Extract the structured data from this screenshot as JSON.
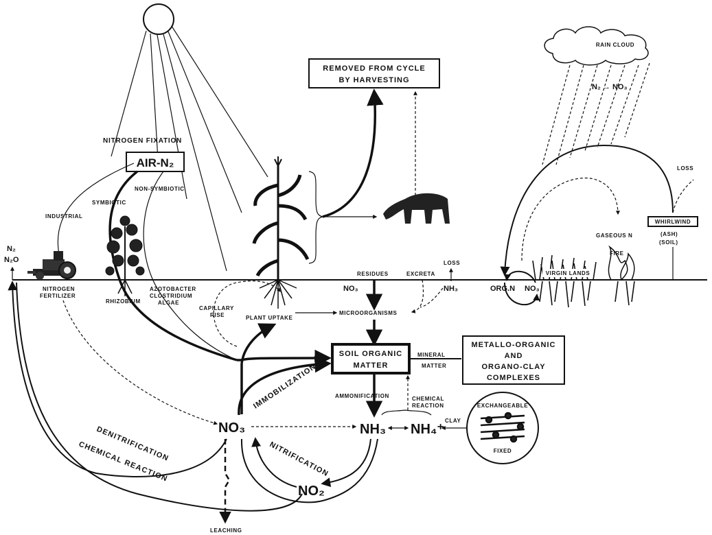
{
  "labels": {
    "nitrogen_fixation": "NITROGEN FIXATION",
    "air_n2": "AIR-N₂",
    "industrial": "INDUSTRIAL",
    "symbiotic": "SYMBIOTIC",
    "non_symbiotic": "NON-SYMBIOTIC",
    "nitrogen_fertilizer_1": "NITROGEN",
    "nitrogen_fertilizer_2": "FERTILIZER",
    "rhizobium": "RHIZOBIUM",
    "azotobacter_1": "AZOTOBACTER",
    "azotobacter_2": "CLOSTRIDIUM",
    "azotobacter_3": "ALGAE",
    "capillary_1": "CAPILLARY",
    "capillary_2": "RISE",
    "plant_uptake": "PLANT UPTAKE",
    "removed_1": "REMOVED FROM CYCLE",
    "removed_2": "BY HARVESTING",
    "residues": "RESIDUES",
    "excreta": "EXCRETA",
    "loss_nh3": "LOSS",
    "no3_surface": "NO₃",
    "nh3_surface": "NH₃",
    "microorganisms": "MICROORGANISMS",
    "soil_om_1": "SOIL ORGANIC",
    "soil_om_2": "MATTER",
    "mineral_1": "MINERAL",
    "mineral_2": "MATTER",
    "metallo_1": "METALLO-ORGANIC",
    "metallo_2": "AND",
    "metallo_3": "ORGANO-CLAY",
    "metallo_4": "COMPLEXES",
    "immobilization": "IMMOBILIZATION",
    "ammonification": "AMMONIFICATION",
    "chem_reaction_1": "CHEMICAL",
    "chem_reaction_2": "REACTION",
    "clay": "CLAY",
    "exchangeable": "EXCHANGEABLE",
    "fixed": "FIXED",
    "no3_main": "NO₃",
    "nh3_main": "NH₃",
    "nh4_main": "NH₄⁺",
    "no2_main": "NO₂",
    "nitrification": "NITRIFICATION",
    "denitrification": "DENITRIFICATION",
    "chemical_reaction_long": "CHEMICAL REACTION",
    "leaching": "LEACHING",
    "n2": "N₂",
    "n2o": "N₂O",
    "rain_cloud": "RAIN CLOUD",
    "rain_reaction": "N₂ → NO₃",
    "loss_right": "LOSS",
    "whirlwind": "WHIRLWIND",
    "ash_1": "(ASH)",
    "ash_2": "(SOIL)",
    "gaseous_n": "GASEOUS N",
    "fire": "FIRE",
    "virgin_lands": "VIRGIN LANDS",
    "org_n": "ORG.N",
    "no3_right": "NO₃"
  }
}
